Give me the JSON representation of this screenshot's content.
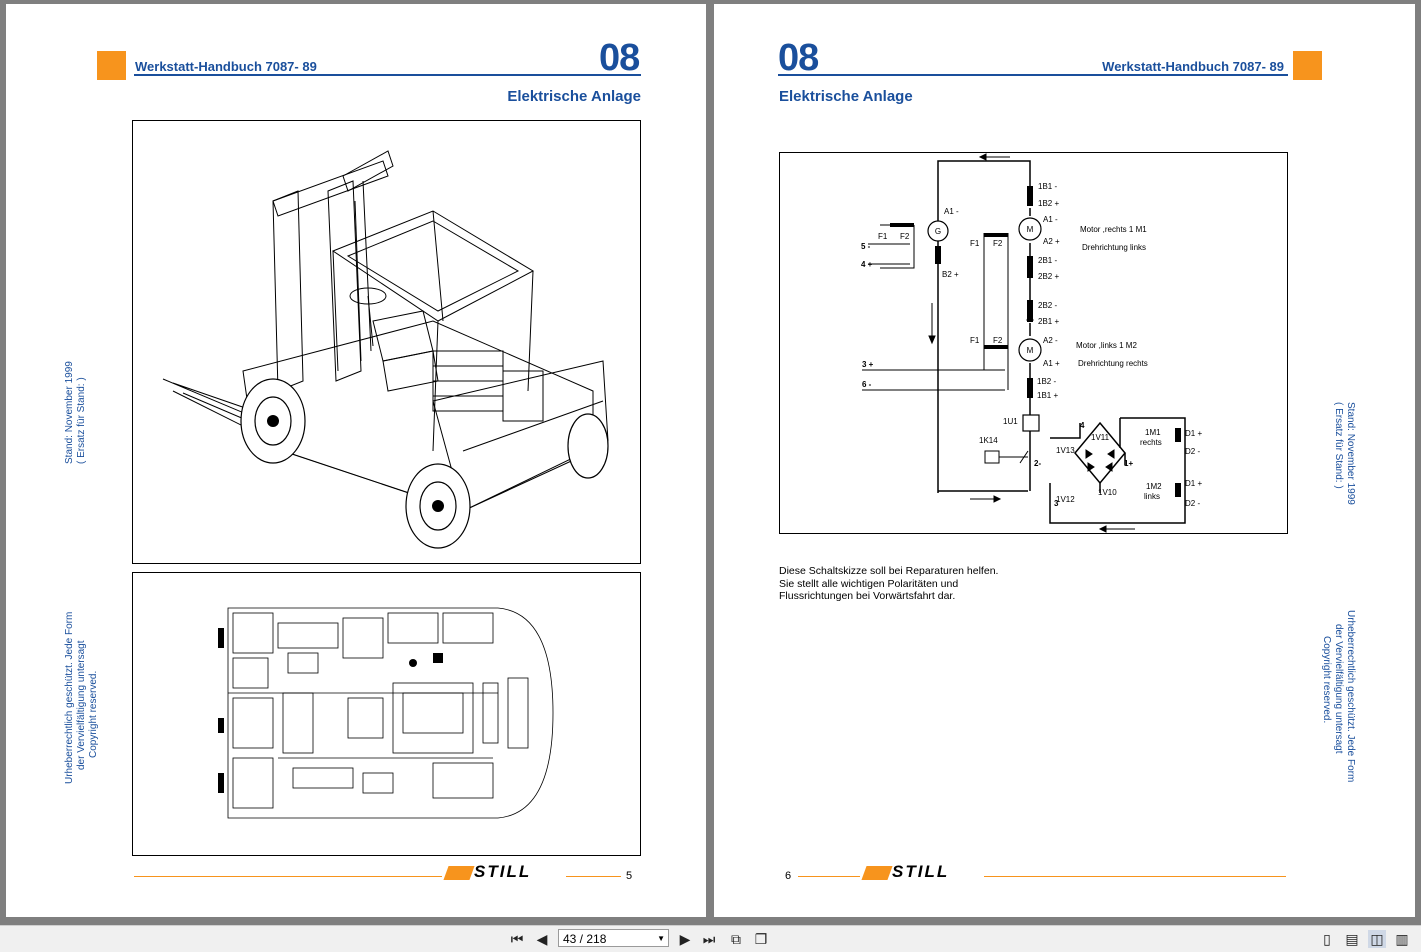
{
  "left_page": {
    "header_title": "Werkstatt-Handbuch    7087- 89",
    "chapter": "08",
    "section": "Elektrische Anlage",
    "side_stand": "Stand: November 1999",
    "side_ersatz": "( Ersatz für Stand:     )",
    "side_copy1": "Urheberrechtlich geschützt. Jede Form",
    "side_copy2": "der Vervielfältigung untersagt",
    "side_copy3": "Copyright reserved.",
    "brand": "STILL",
    "page_number": "5"
  },
  "right_page": {
    "header_title": "Werkstatt-Handbuch    7087- 89",
    "chapter": "08",
    "section": "Elektrische Anlage",
    "caption_line1": "Diese Schaltskizze soll bei Reparaturen helfen.",
    "caption_line2": "Sie  stellt  alle  wichtigen  Polaritäten  und",
    "caption_line3": "Flussrichtungen bei Vorwärtsfahrt dar.",
    "side_stand": "Stand: November 1999",
    "side_ersatz": "( Ersatz für Stand:     )",
    "side_copy1": "Urheberrechtlich geschützt. Jede Form",
    "side_copy2": "der Vervielfältigung untersagt",
    "side_copy3": "Copyright reserved.",
    "brand": "STILL",
    "page_number": "6"
  },
  "schematic": {
    "motor_rechts": "Motor ,rechts 1 M1",
    "dreh_links": "Drehrichtung links",
    "motor_links": "Motor ,links 1 M2",
    "dreh_rechts": "Drehrichtung rechts",
    "g": "G",
    "m": "M",
    "a1m": "A1 -",
    "a2p": "A2 +",
    "b2p": "B2 +",
    "f1": "F1",
    "f2": "F2",
    "t5": "5 -",
    "t4": "4 +",
    "t3": "3 +",
    "t6": "6 -",
    "b1m": "1B1 -",
    "b2p1": "1B2 +",
    "m1a1": "A1 -",
    "m1a2": "A2 +",
    "b2b1m": "2B1 -",
    "b2b2p": "2B2 +",
    "b2b2m": "2B2 -",
    "b2b1p": "2B1 +",
    "m2a2": "A2 -",
    "m2a1": "A1 +",
    "l1b2m": "1B2  -",
    "l1b1p": "1B1 +",
    "u1": "1U1",
    "k14": "1K14",
    "v13": "1V13",
    "v11": "1V11",
    "v12": "1V12",
    "v10": "1V10",
    "n4": "4",
    "n2": "2-",
    "n1": "1+",
    "n3": "3",
    "m1r": "1M1",
    "m1r2": "rechts",
    "m2l": "1M2",
    "m2l2": "links",
    "d1p": "D1 +",
    "d2m": "D2 -",
    "d1p2": "D1 +",
    "d2m2": "D2 -"
  },
  "toolbar": {
    "page_value": "43 / 218"
  },
  "colors": {
    "brand_blue": "#1a4f9c",
    "accent_orange": "#f7941d",
    "background_gray": "#7f7f7f"
  }
}
